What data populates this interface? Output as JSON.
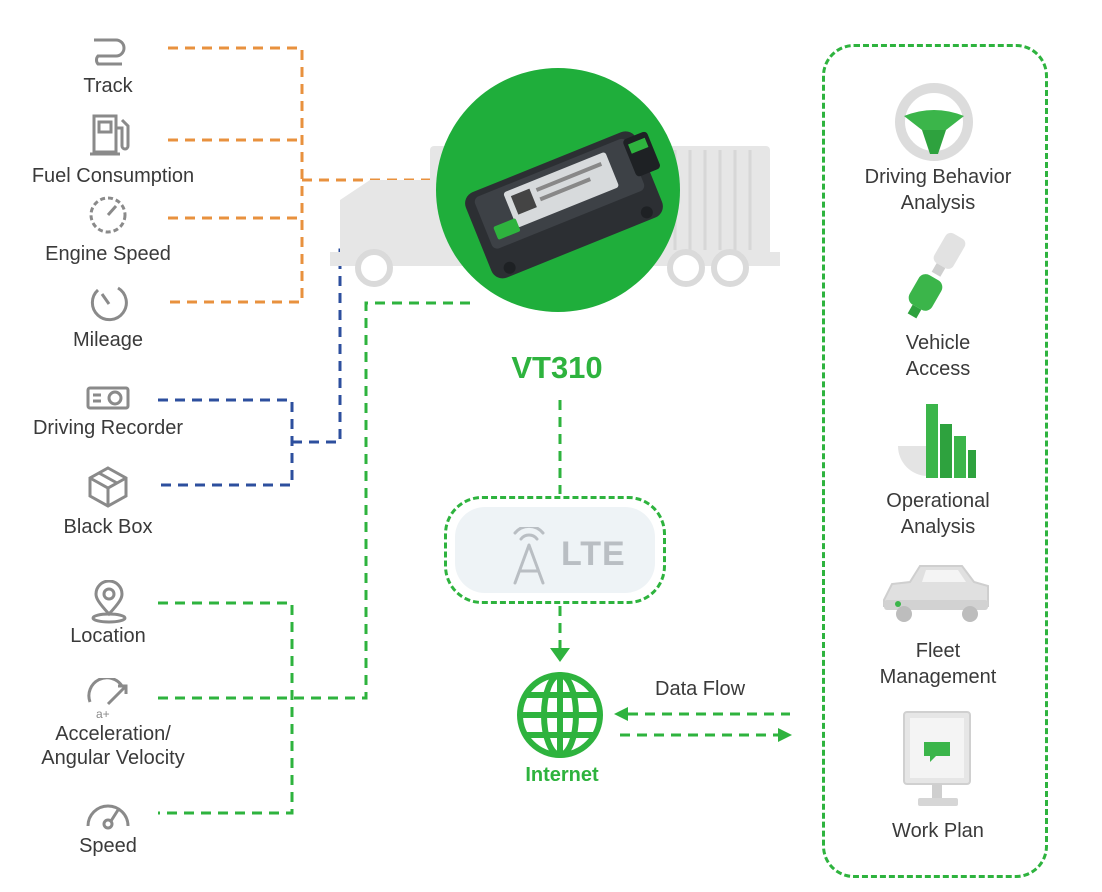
{
  "left_items": [
    {
      "label": "Track",
      "icon": "track-icon"
    },
    {
      "label": "Fuel Consumption",
      "icon": "fuel-pump-icon"
    },
    {
      "label": "Engine Speed",
      "icon": "tachometer-icon"
    },
    {
      "label": "Mileage",
      "icon": "mileage-dial-icon"
    },
    {
      "label": "Driving Recorder",
      "icon": "camera-icon"
    },
    {
      "label": "Black Box",
      "icon": "box-icon"
    },
    {
      "label": "Location",
      "icon": "location-pin-icon"
    },
    {
      "label": "Acceleration/",
      "label2": "Angular Velocity",
      "icon": "acceleration-icon"
    },
    {
      "label": "Speed",
      "icon": "speedometer-icon"
    }
  ],
  "device": {
    "name": "VT310"
  },
  "network": {
    "lte_label": "LTE",
    "internet_label": "Internet",
    "data_flow_label": "Data Flow"
  },
  "right_items": [
    {
      "line1": "Driving Behavior",
      "line2": "Analysis",
      "icon": "steering-wheel-icon"
    },
    {
      "line1": "Vehicle",
      "line2": "Access",
      "icon": "connector-plug-icon"
    },
    {
      "line1": "Operational",
      "line2": "Analysis",
      "icon": "bar-chart-icon"
    },
    {
      "line1": "Fleet",
      "line2": "Management",
      "icon": "car-icon"
    },
    {
      "line1": "Work Plan",
      "line2": "",
      "icon": "monitor-icon"
    }
  ],
  "colors": {
    "orange": "#e8913e",
    "blue": "#2d4f9e",
    "green": "#2eb33e",
    "gray": "#8a8a8a"
  }
}
